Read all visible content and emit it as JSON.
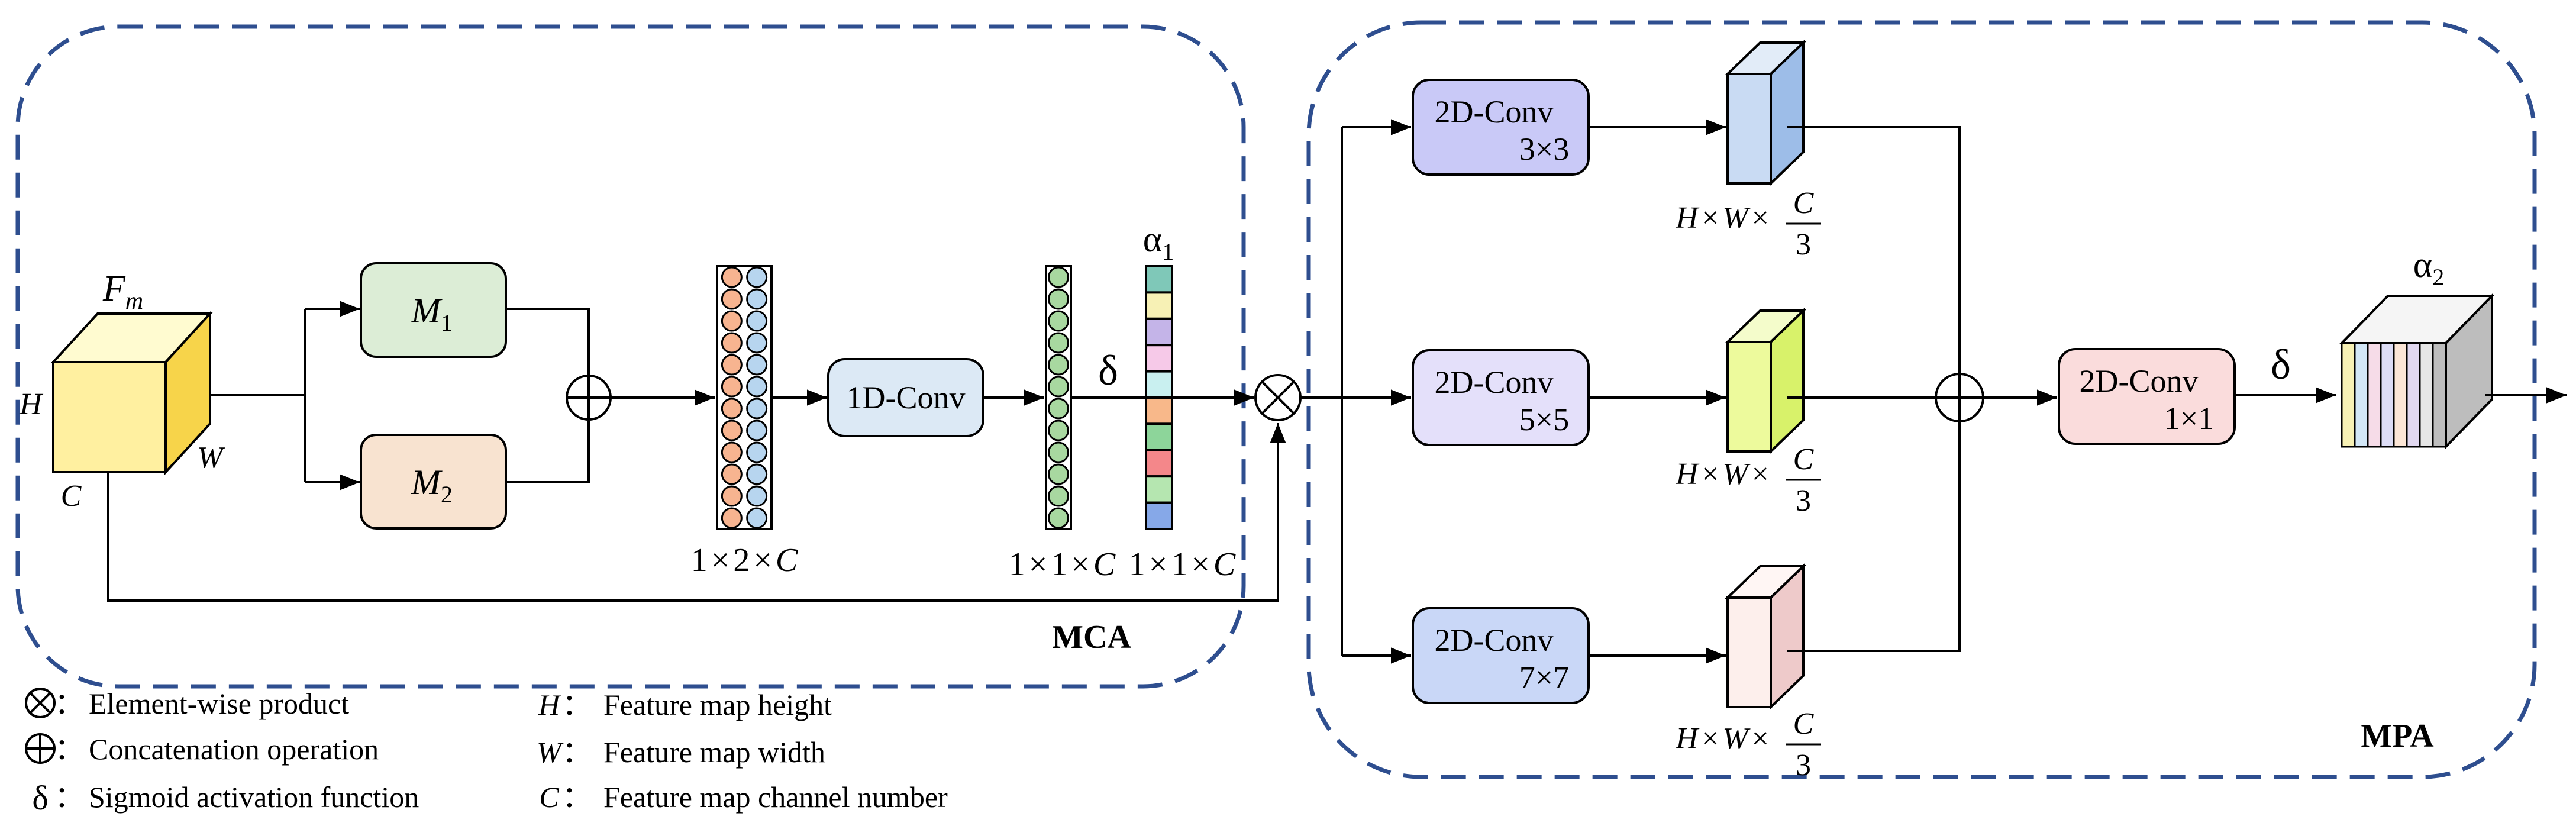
{
  "mca": {
    "title": "MCA",
    "input": {
      "name": "F",
      "sub": "m",
      "h": "H",
      "w": "W",
      "c": "C"
    },
    "m1": {
      "name": "M",
      "sub": "1"
    },
    "m2": {
      "name": "M",
      "sub": "2"
    },
    "concat_dims": {
      "a": "1",
      "b": "2",
      "c": "C"
    },
    "conv1d": "1D-Conv",
    "conv1d_out_dims": {
      "a": "1",
      "b": "1",
      "c": "C"
    },
    "delta": "δ",
    "alpha": {
      "name": "α",
      "sub": "1"
    },
    "alpha_dims": {
      "a": "1",
      "b": "1",
      "c": "C"
    },
    "times": "×"
  },
  "mpa": {
    "title": "MPA",
    "branches": [
      {
        "label": "2D-Conv",
        "kernel": "3×3",
        "out_h": "H",
        "out_w": "W",
        "out_num": "C",
        "out_den": "3"
      },
      {
        "label": "2D-Conv",
        "kernel": "5×5",
        "out_h": "H",
        "out_w": "W",
        "out_num": "C",
        "out_den": "3"
      },
      {
        "label": "2D-Conv",
        "kernel": "7×7",
        "out_h": "H",
        "out_w": "W",
        "out_num": "C",
        "out_den": "3"
      }
    ],
    "fuse_conv": {
      "label": "2D-Conv",
      "kernel": "1×1"
    },
    "delta": "δ",
    "alpha": {
      "name": "α",
      "sub": "2"
    }
  },
  "legend": {
    "left": [
      {
        "symbol": "⊗",
        "text": "Element-wise product"
      },
      {
        "symbol": "⊕",
        "text": "Concatenation operation"
      },
      {
        "symbol": "δ",
        "text": "Sigmoid activation function"
      }
    ],
    "right": [
      {
        "symbol": "H",
        "text": "Feature map height"
      },
      {
        "symbol": "W",
        "text": "Feature map width"
      },
      {
        "symbol": "C",
        "text": "Feature map channel number"
      }
    ],
    "sep": "："
  },
  "colors": {
    "dashed_border": "#2E4E8F",
    "m1_fill": "#DCEDD6",
    "m2_fill": "#F8E3D0",
    "conv1d_fill": "#DCE9F5",
    "conv3_fill": "#C9C9F7",
    "conv5_fill": "#E4E0FA",
    "conv7_fill": "#C9D7F7",
    "conv1x1_fill": "#FADCDC",
    "cube_front": "#FFF0A0",
    "cube_top": "#FFFBD0",
    "cube_side": "#F7D44A",
    "alpha1_cells": [
      "#7FC8B8",
      "#F7F1B5",
      "#C4B4E8",
      "#F6C9E8",
      "#C9F0F0",
      "#F8B88A",
      "#8DD59A",
      "#F4878A",
      "#B5E6B0",
      "#86A8E8"
    ],
    "alpha2_slices": [
      "#F7F1B5",
      "#D3E7F7",
      "#F6DCE8",
      "#DCDCF5",
      "#FCE6D6",
      "#E1D8F0",
      "#E6E6E6",
      "#BDBDBD"
    ]
  }
}
